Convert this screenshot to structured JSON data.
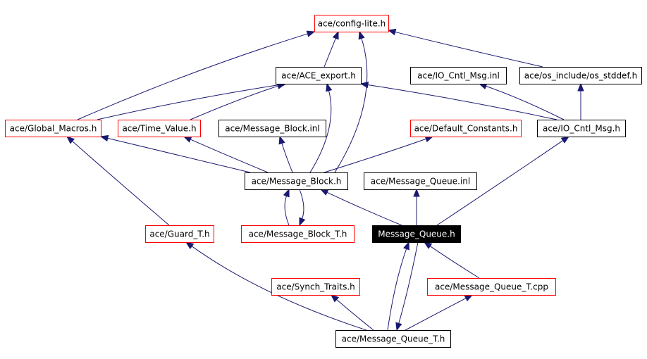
{
  "nodes": {
    "config_lite": {
      "label": "ace/config-lite.h",
      "border": "red"
    },
    "ace_export": {
      "label": "ace/ACE_export.h",
      "border": "black"
    },
    "io_cntl_msg_inl": {
      "label": "ace/IO_Cntl_Msg.inl",
      "border": "black"
    },
    "os_stddef": {
      "label": "ace/os_include/os_stddef.h",
      "border": "black"
    },
    "global_macros": {
      "label": "ace/Global_Macros.h",
      "border": "red"
    },
    "time_value": {
      "label": "ace/Time_Value.h",
      "border": "red"
    },
    "message_block_inl": {
      "label": "ace/Message_Block.inl",
      "border": "black"
    },
    "default_constants": {
      "label": "ace/Default_Constants.h",
      "border": "red"
    },
    "io_cntl_msg": {
      "label": "ace/IO_Cntl_Msg.h",
      "border": "black"
    },
    "message_block": {
      "label": "ace/Message_Block.h",
      "border": "black"
    },
    "message_queue_inl": {
      "label": "ace/Message_Queue.inl",
      "border": "black"
    },
    "guard_t": {
      "label": "ace/Guard_T.h",
      "border": "red"
    },
    "message_block_t": {
      "label": "ace/Message_Block_T.h",
      "border": "red"
    },
    "message_queue": {
      "label": "Message_Queue.h",
      "border": "root"
    },
    "synch_traits": {
      "label": "ace/Synch_Traits.h",
      "border": "red"
    },
    "message_queue_t_cpp": {
      "label": "ace/Message_Queue_T.cpp",
      "border": "red"
    },
    "message_queue_t": {
      "label": "ace/Message_Queue_T.h",
      "border": "black"
    }
  },
  "edges": [
    {
      "from": "ace_export",
      "to": "config_lite"
    },
    {
      "from": "global_macros",
      "to": "config_lite"
    },
    {
      "from": "os_stddef",
      "to": "config_lite"
    },
    {
      "from": "message_block",
      "to": "config_lite"
    },
    {
      "from": "global_macros",
      "to": "ace_export"
    },
    {
      "from": "time_value",
      "to": "ace_export"
    },
    {
      "from": "message_block",
      "to": "ace_export"
    },
    {
      "from": "io_cntl_msg",
      "to": "ace_export"
    },
    {
      "from": "io_cntl_msg",
      "to": "io_cntl_msg_inl"
    },
    {
      "from": "io_cntl_msg",
      "to": "os_stddef"
    },
    {
      "from": "message_block",
      "to": "global_macros"
    },
    {
      "from": "guard_t",
      "to": "global_macros"
    },
    {
      "from": "message_block",
      "to": "time_value"
    },
    {
      "from": "message_block",
      "to": "message_block_inl"
    },
    {
      "from": "message_block",
      "to": "default_constants"
    },
    {
      "from": "message_queue",
      "to": "io_cntl_msg"
    },
    {
      "from": "message_queue",
      "to": "message_block"
    },
    {
      "from": "message_block_t",
      "to": "message_block"
    },
    {
      "from": "message_block",
      "to": "message_block_t"
    },
    {
      "from": "message_queue",
      "to": "message_queue_inl"
    },
    {
      "from": "message_queue_t",
      "to": "guard_t"
    },
    {
      "from": "message_queue_t",
      "to": "message_queue"
    },
    {
      "from": "message_queue",
      "to": "message_queue_t"
    },
    {
      "from": "message_queue_t_cpp",
      "to": "message_queue"
    },
    {
      "from": "message_queue_t",
      "to": "synch_traits"
    },
    {
      "from": "message_queue_t",
      "to": "message_queue_t_cpp"
    }
  ]
}
